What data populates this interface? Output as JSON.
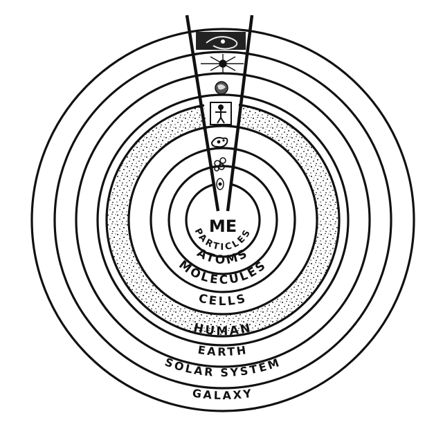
{
  "diagram": {
    "center_label": "ME",
    "rings": [
      {
        "id": "particles",
        "label": "PARTICLES",
        "icon": "particle-icon"
      },
      {
        "id": "atoms",
        "label": "ATOMS",
        "icon": "atom-icon"
      },
      {
        "id": "molecules",
        "label": "MOLECULES",
        "icon": "molecule-icon"
      },
      {
        "id": "cells",
        "label": "CELLS",
        "icon": "cell-icon"
      },
      {
        "id": "human",
        "label": "HUMAN",
        "icon": "human-figure-icon"
      },
      {
        "id": "earth",
        "label": "EARTH",
        "icon": "earth-icon"
      },
      {
        "id": "solar-system",
        "label": "SOLAR SYSTEM",
        "icon": "sun-icon"
      },
      {
        "id": "galaxy",
        "label": "GALAXY",
        "icon": "spiral-galaxy-icon"
      }
    ]
  }
}
